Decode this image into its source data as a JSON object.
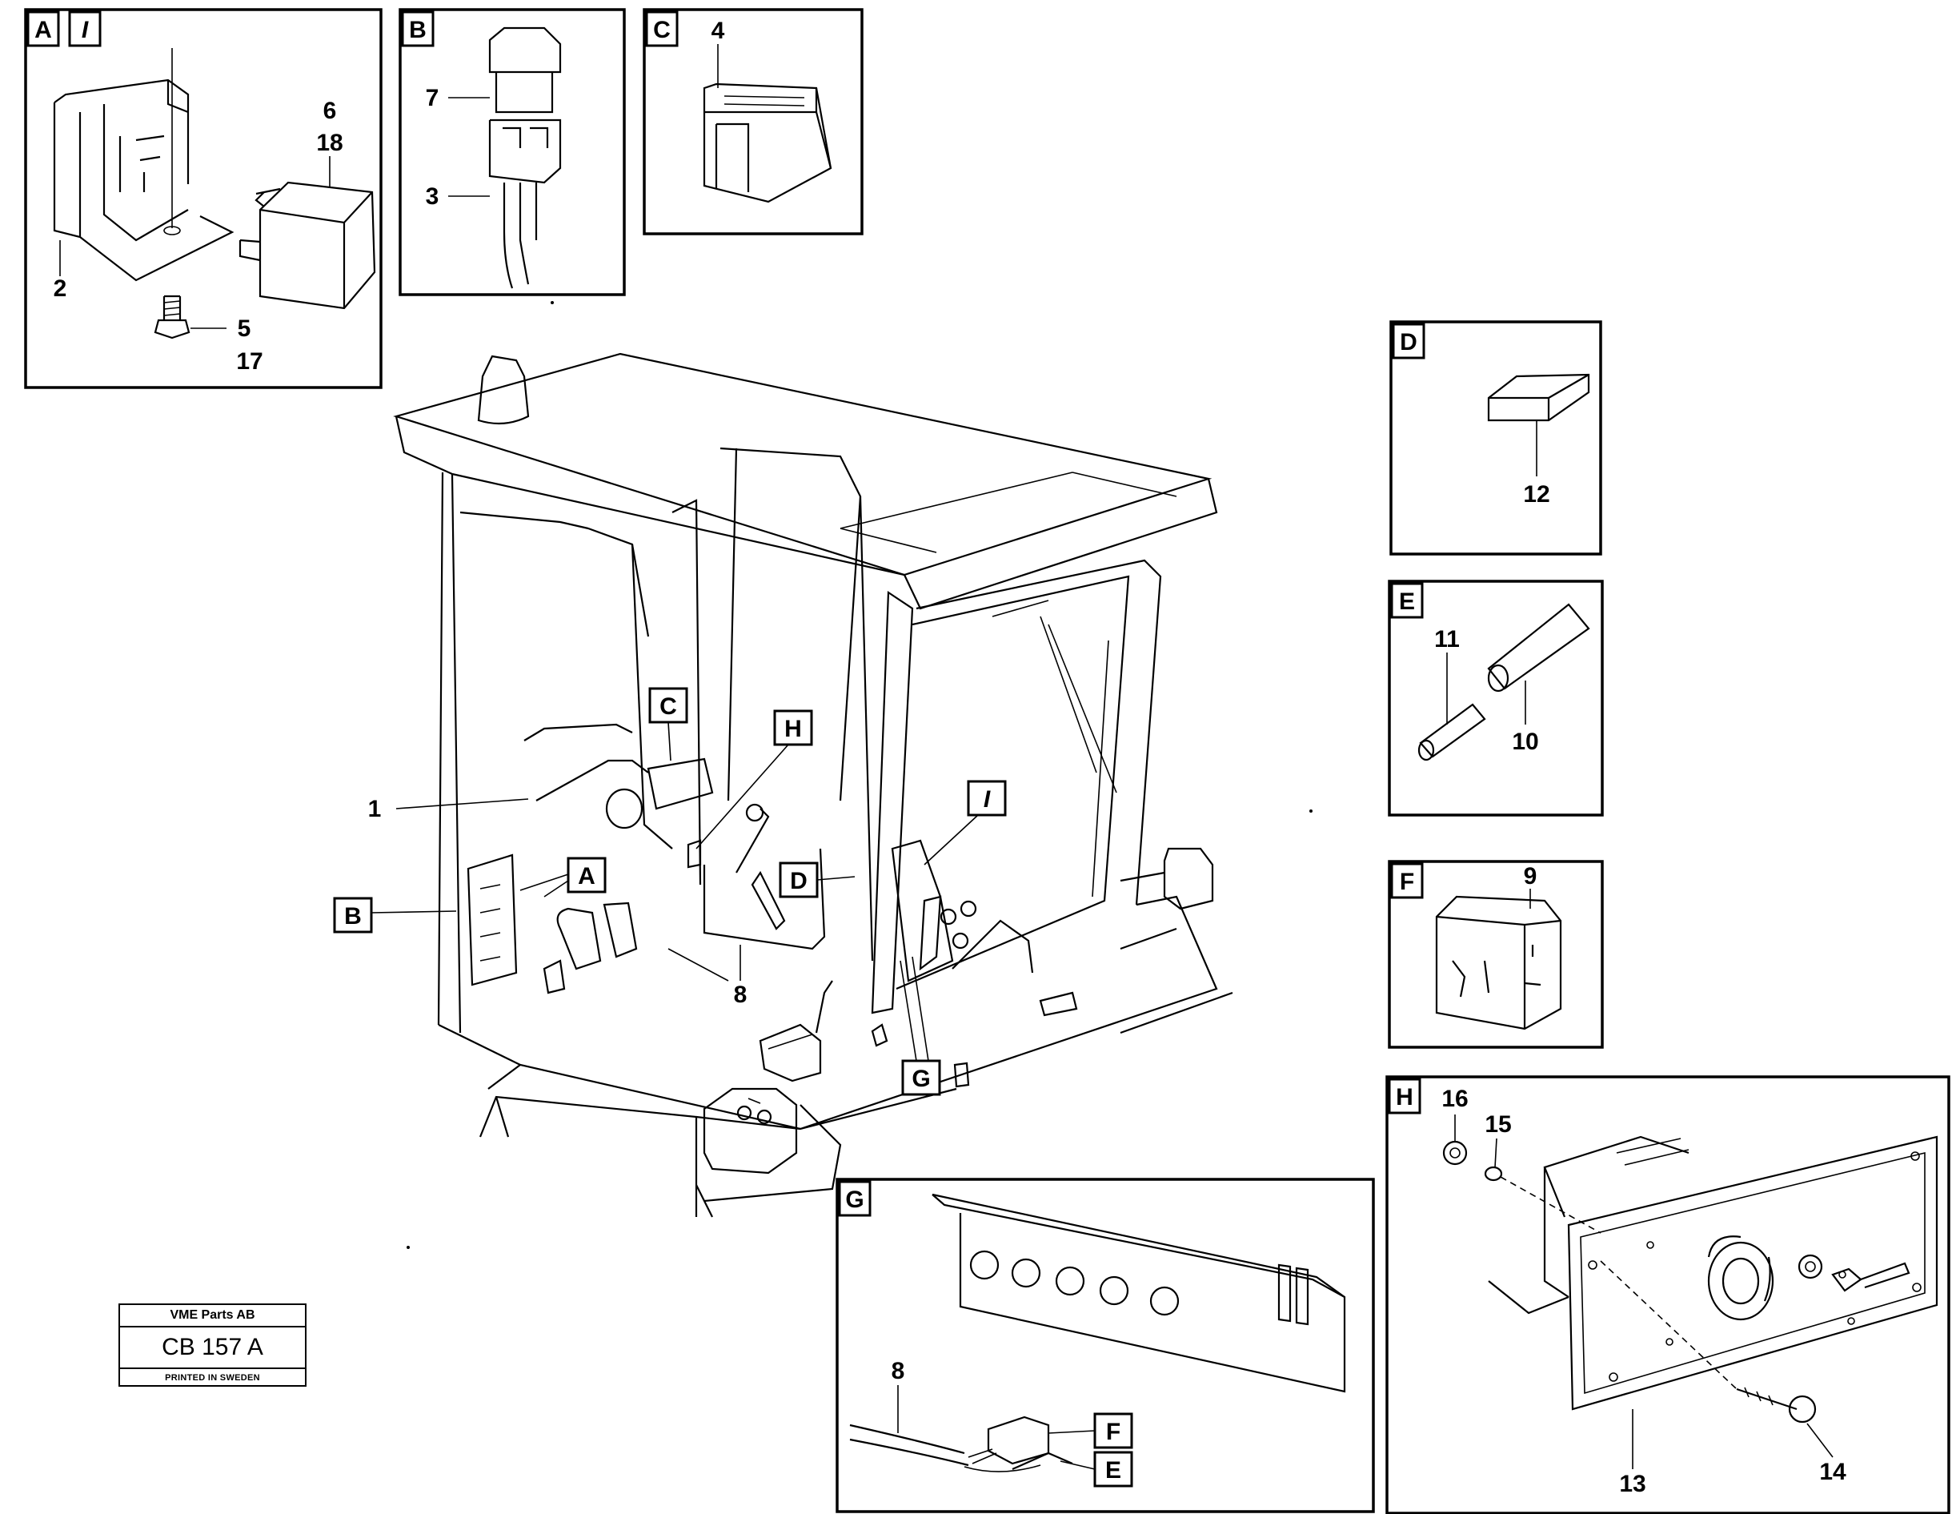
{
  "title_block": {
    "company": "VME Parts AB",
    "code": "CB 157 A",
    "printed": "PRINTED IN SWEDEN"
  },
  "callouts_main": {
    "A": "A",
    "B": "B",
    "C": "C",
    "D": "D",
    "G": "G",
    "H": "H",
    "I": "I",
    "part_1": "1",
    "part_8": "8"
  },
  "inset_A": {
    "labels": [
      "A",
      "I"
    ],
    "parts": {
      "p2": "2",
      "p5": "5",
      "p6": "6",
      "p17": "17",
      "p18": "18"
    }
  },
  "inset_B": {
    "label": "B",
    "parts": {
      "p7": "7",
      "p3": "3"
    }
  },
  "inset_C": {
    "label": "C",
    "parts": {
      "p4": "4"
    }
  },
  "inset_D": {
    "label": "D",
    "parts": {
      "p12": "12"
    }
  },
  "inset_E": {
    "label": "E",
    "parts": {
      "p11": "11",
      "p10": "10"
    }
  },
  "inset_F": {
    "label": "F",
    "parts": {
      "p9": "9"
    }
  },
  "inset_G": {
    "label": "G",
    "parts": {
      "p8": "8"
    },
    "sub_labels": {
      "F": "F",
      "E": "E"
    }
  },
  "inset_H": {
    "label": "H",
    "parts": {
      "p16": "16",
      "p15": "15",
      "p13": "13",
      "p14": "14"
    }
  }
}
